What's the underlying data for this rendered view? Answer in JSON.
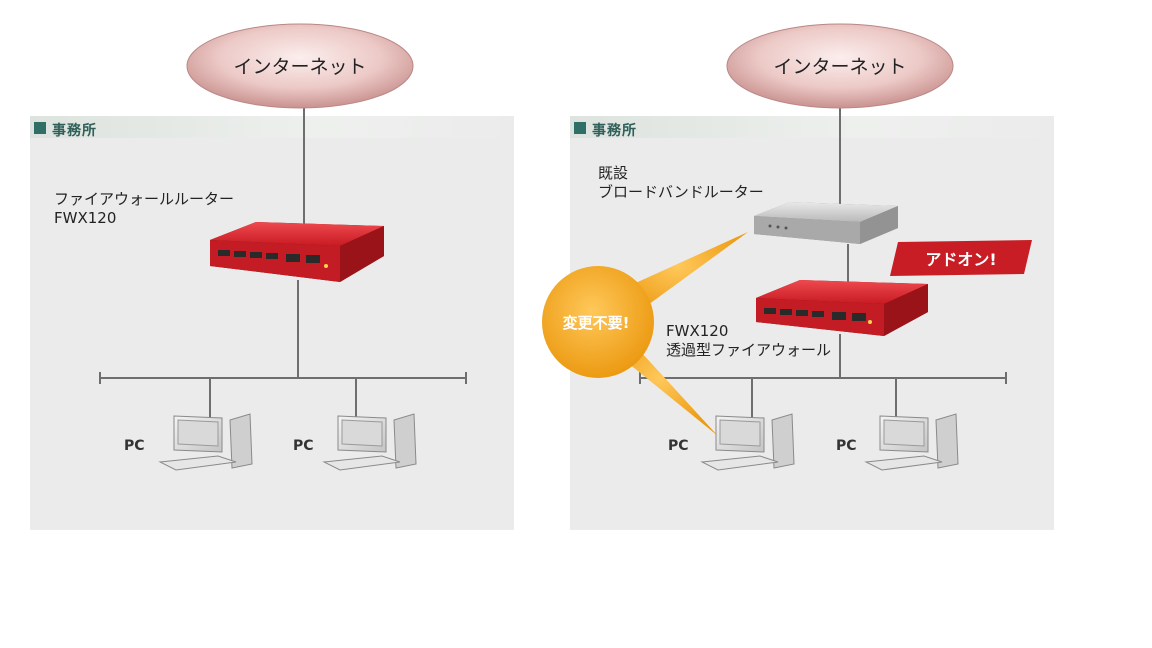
{
  "left": {
    "internet_label": "インターネット",
    "office_label": "事務所",
    "router_label_line1": "ファイアウォールルーター",
    "router_label_line2": "FWX120",
    "pcs": [
      "PC",
      "PC"
    ]
  },
  "right": {
    "internet_label": "インターネット",
    "office_label": "事務所",
    "existing_router_line1": "既設",
    "existing_router_line2": "ブロードバンドルーター",
    "addon_badge": "アドオン!",
    "no_change_bubble": "変更不要!",
    "fwx_label_line1": "FWX120",
    "fwx_label_line2": "透過型ファイアウォール",
    "pcs": [
      "PC",
      "PC"
    ]
  },
  "colors": {
    "panel": "#ebebeb",
    "cloud": "#e9c6c3",
    "router_red": "#cc1e25",
    "bubble_orange": "#f2a620",
    "addon_red": "#c81d24",
    "office_mark": "#2f6f66"
  }
}
